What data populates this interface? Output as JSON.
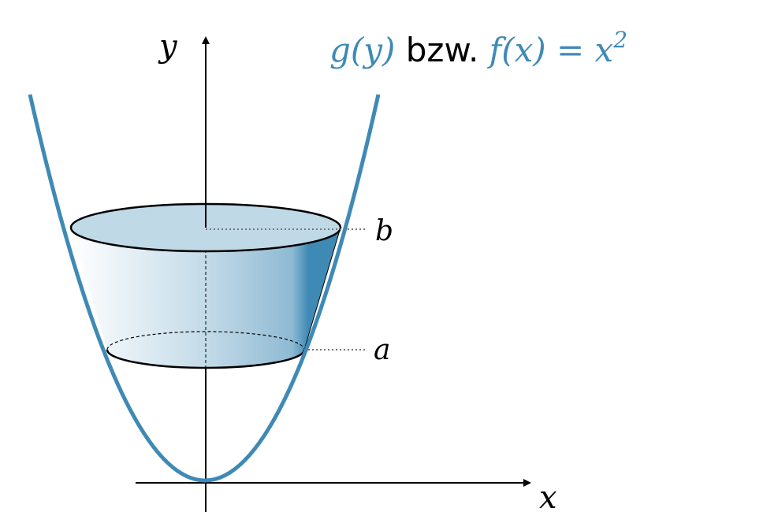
{
  "title": {
    "part1": "g(y)",
    "part2": " bzw. ",
    "part3": "f(x) = x",
    "exponent": "2"
  },
  "axes": {
    "x_label": "x",
    "y_label": "y"
  },
  "bounds": {
    "upper": "b",
    "lower": "a"
  },
  "colors": {
    "curve": "#3f8ab5",
    "fill_light": "#c0d9e7",
    "fill_dark": "#3f8ab5",
    "text": "#000000"
  }
}
